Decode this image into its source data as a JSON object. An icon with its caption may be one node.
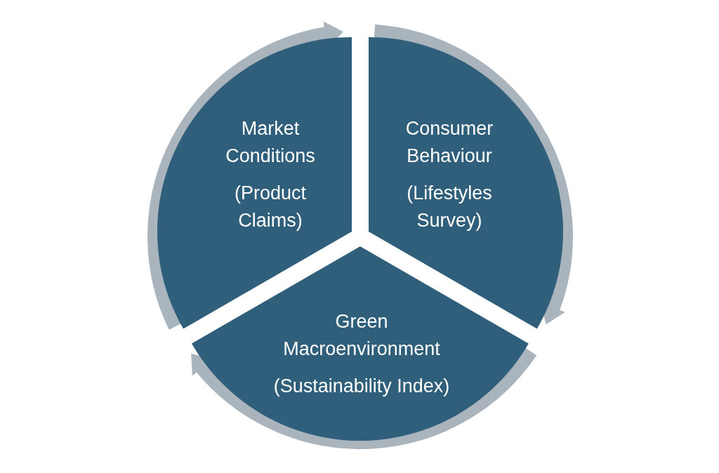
{
  "diagram": {
    "nodes": [
      {
        "text": [
          "Market Conditions",
          "(Product Claims)"
        ]
      },
      {
        "text": [
          "Consumer Behaviour",
          "(Lifestyles Survey)"
        ]
      },
      {
        "text": [
          "Green Macroenvironment",
          "(Sustainability Index)"
        ]
      }
    ],
    "edges": [
      {
        "from": 0,
        "to": 1,
        "arrow": "to"
      },
      {
        "from": 1,
        "to": 2,
        "arrow": "to"
      },
      {
        "from": 2,
        "to": 0,
        "arrow": "to"
      }
    ]
  }
}
